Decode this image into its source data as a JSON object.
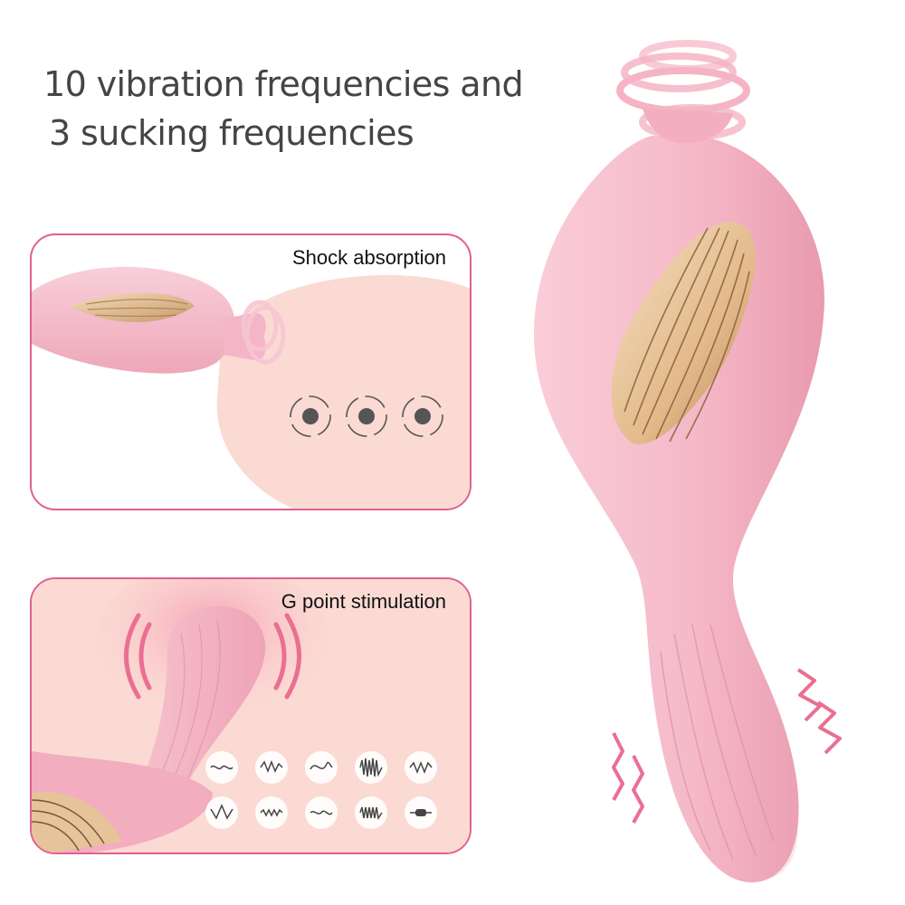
{
  "headline": {
    "line1": "10 vibration frequencies and",
    "line2": "3 sucking frequencies"
  },
  "panel_top": {
    "title": "Shock absorption",
    "icons": [
      "rotation-icon",
      "rotation-icon",
      "rotation-icon"
    ]
  },
  "panel_bottom": {
    "title": "G point stimulation",
    "mode_icons_row1": [
      "wave-icon",
      "wave-icon",
      "wave-icon",
      "zigzag-wave-icon",
      "wave-icon"
    ],
    "mode_icons_row2": [
      "wave-icon",
      "wave-icon",
      "wave-icon",
      "zigzag-wave-icon",
      "pulse-icon"
    ]
  },
  "colors": {
    "panel_border": "#e0608e",
    "product_pink": "#f5b9c8",
    "skin": "#fbd9d3",
    "gold": "#e9c59a",
    "headline": "#444444",
    "vibration_accent": "#ea6f93"
  }
}
